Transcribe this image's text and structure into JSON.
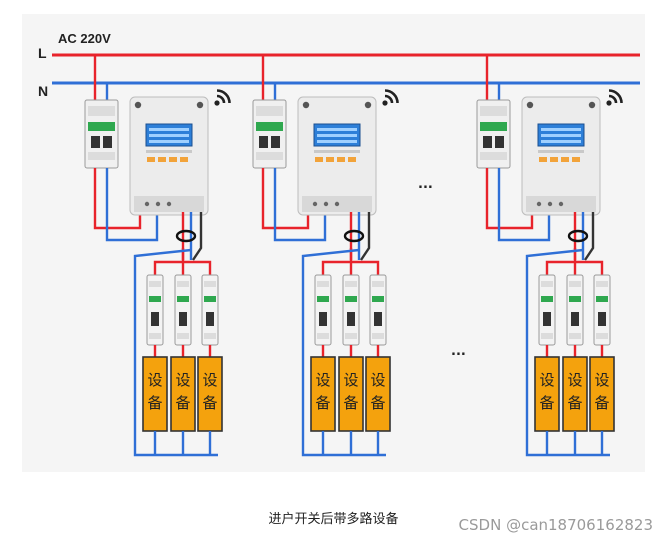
{
  "diagram": {
    "supply_label": "AC 220V",
    "line_label": "L",
    "neutral_label": "N",
    "ellipsis": "...",
    "device_label_top": "设",
    "device_label_bottom": "备",
    "units": 3,
    "devices_per_unit": 3,
    "colors": {
      "line_wire": "#e8232b",
      "neutral_wire": "#2f6fd6",
      "ground_wire": "#333333",
      "device_fill": "#f4a20d",
      "panel_bg": "#f5f5f5",
      "meter_body": "#ececec",
      "meter_screen": "#2d7fd8",
      "meter_keys": "#f2a33a"
    },
    "icons": [
      "breaker-icon",
      "meter-icon",
      "wifi-signal-icon",
      "current-transformer-icon",
      "device-box-icon"
    ]
  },
  "caption": "进户开关后带多路设备",
  "watermark": "CSDN @can18706162823"
}
